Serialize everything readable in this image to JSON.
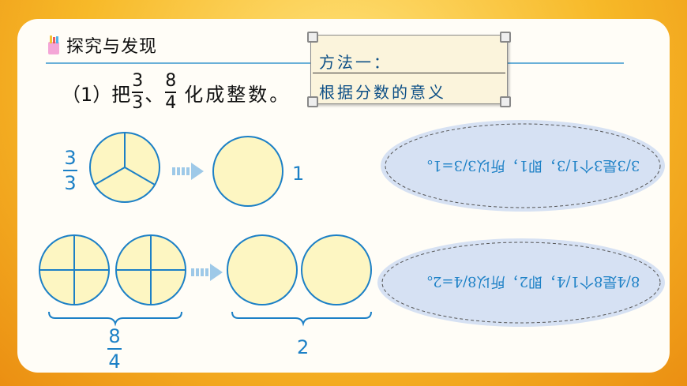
{
  "header": {
    "title": "探究与发现"
  },
  "note": {
    "line1": "方法一：",
    "line2": "根据分数的意义"
  },
  "question": {
    "prefix": "（1）把",
    "f1_num": "3",
    "f1_den": "3",
    "sep": "、",
    "f2_num": "8",
    "f2_den": "4",
    "suffix": "化成整数。"
  },
  "row1": {
    "frac_num": "3",
    "frac_den": "3",
    "result": "1",
    "explanation": "3/3是3个1/3，即1，所以3/3=1。"
  },
  "row2": {
    "frac_num": "8",
    "frac_den": "4",
    "result": "2",
    "explanation": "8/4是8个1/4，即2，所以8/4=2。"
  },
  "colors": {
    "circle_fill": "#fdf6c2",
    "circle_stroke": "#1c80c6",
    "ellipse_fill": "#d6e1f3",
    "accent": "#1c80c6"
  }
}
